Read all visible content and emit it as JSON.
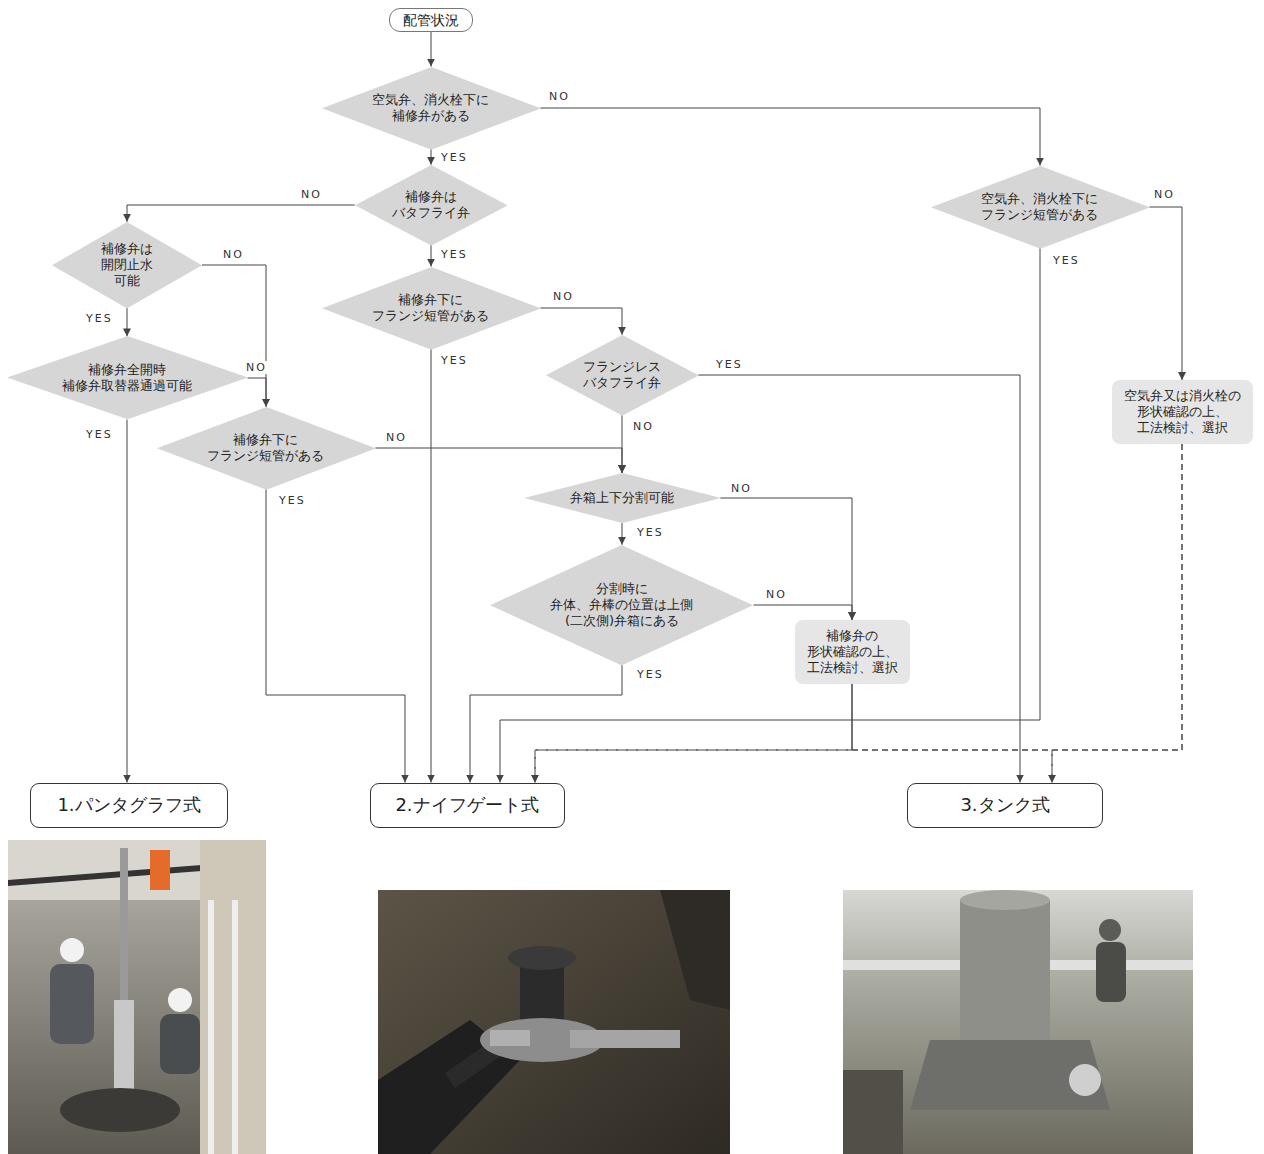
{
  "diagram": {
    "nodes": [
      {
        "text": [
          "配管状況"
        ]
      },
      {
        "text": [
          "空気弁、消火栓下に 補修弁がある"
        ]
      },
      {
        "text": [
          "補修弁は バタフライ弁"
        ]
      },
      {
        "text": [
          "空気弁、消火栓下に フランジ短管がある"
        ]
      },
      {
        "text": [
          "補修弁は 開閉止水 可能"
        ]
      },
      {
        "text": [
          "補修弁下に フランジ短管がある"
        ]
      },
      {
        "text": [
          "フランジレス バタフライ弁"
        ]
      },
      {
        "text": [
          "補修弁全開時 補修弁取替器通過可能"
        ]
      },
      {
        "text": [
          "補修弁下に フランジ短管がある"
        ]
      },
      {
        "text": [
          "空気弁又は消火栓の 形状確認の上、 工法検討、選択"
        ]
      },
      {
        "text": [
          "弁箱上下分割可能"
        ]
      },
      {
        "text": [
          "分割時に 弁体、弁棒の位置は上側 (二次側)弁箱にある"
        ]
      },
      {
        "text": [
          "補修弁の 形状確認の上、 工法検討、選択"
        ]
      },
      {
        "text": [
          "1.パンタグラフ式"
        ]
      },
      {
        "text": [
          "2.ナイフゲート式"
        ]
      },
      {
        "text": [
          "3.タンク式"
        ]
      }
    ],
    "edges": [
      {
        "from": 0,
        "to": 1,
        "arrow": "to"
      },
      {
        "from": 1,
        "to": 2,
        "arrow": "to",
        "label": "YES"
      },
      {
        "from": 1,
        "to": 3,
        "arrow": "to",
        "label": "NO"
      },
      {
        "from": 2,
        "to": 4,
        "arrow": "to",
        "label": "NO"
      },
      {
        "from": 2,
        "to": 5,
        "arrow": "to",
        "label": "YES"
      },
      {
        "from": 3,
        "to": 14,
        "arrow": "to",
        "label": "YES"
      },
      {
        "from": 3,
        "to": 9,
        "arrow": "to",
        "label": "NO"
      },
      {
        "from": 4,
        "to": 7,
        "arrow": "to",
        "label": "YES"
      },
      {
        "from": 4,
        "to": 8,
        "arrow": "to",
        "label": "NO"
      },
      {
        "from": 5,
        "to": 14,
        "arrow": "to",
        "label": "YES"
      },
      {
        "from": 5,
        "to": 6,
        "arrow": "to",
        "label": "NO"
      },
      {
        "from": 6,
        "to": 15,
        "arrow": "to",
        "label": "YES"
      },
      {
        "from": 6,
        "to": 10,
        "arrow": "to",
        "label": "NO"
      },
      {
        "from": 7,
        "to": 13,
        "arrow": "to",
        "label": "YES"
      },
      {
        "from": 7,
        "to": 8,
        "arrow": "to",
        "label": "NO"
      },
      {
        "from": 8,
        "to": 14,
        "arrow": "to",
        "label": "YES"
      },
      {
        "from": 8,
        "to": 10,
        "arrow": "to",
        "label": "NO"
      },
      {
        "from": 9,
        "to": 14,
        "arrow": "to"
      },
      {
        "from": 9,
        "to": 15,
        "arrow": "to"
      },
      {
        "from": 10,
        "to": 11,
        "arrow": "to",
        "label": "YES"
      },
      {
        "from": 10,
        "to": 12,
        "arrow": "to",
        "label": "NO"
      },
      {
        "from": 11,
        "to": 14,
        "arrow": "to",
        "label": "YES"
      },
      {
        "from": 11,
        "to": 12,
        "arrow": "to",
        "label": "NO"
      },
      {
        "from": 12,
        "to": 14,
        "arrow": "to"
      },
      {
        "from": 12,
        "to": 15,
        "arrow": "to"
      }
    ]
  }
}
